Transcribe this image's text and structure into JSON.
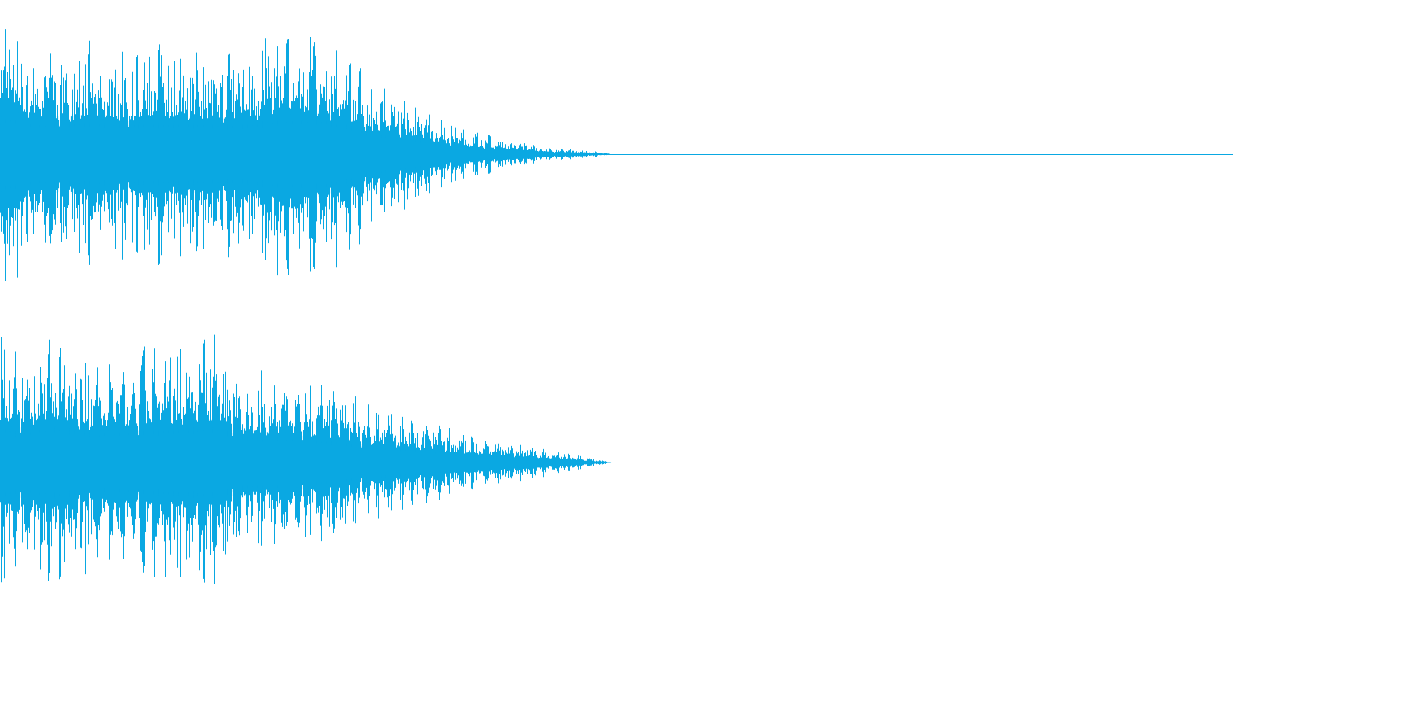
{
  "waveform": {
    "color": "#0aa8e2",
    "channels": [
      {
        "id": "channel-1",
        "envelope": [
          {
            "t": 0.0,
            "a": 1.0
          },
          {
            "t": 0.01,
            "a": 0.98
          },
          {
            "t": 0.03,
            "a": 0.82
          },
          {
            "t": 0.06,
            "a": 0.88
          },
          {
            "t": 0.1,
            "a": 0.84
          },
          {
            "t": 0.15,
            "a": 0.86
          },
          {
            "t": 0.19,
            "a": 0.8
          },
          {
            "t": 0.23,
            "a": 0.95
          },
          {
            "t": 0.262,
            "a": 0.95
          },
          {
            "t": 0.285,
            "a": 0.78
          },
          {
            "t": 0.3,
            "a": 0.56
          },
          {
            "t": 0.33,
            "a": 0.44
          },
          {
            "t": 0.36,
            "a": 0.25
          },
          {
            "t": 0.385,
            "a": 0.17
          },
          {
            "t": 0.41,
            "a": 0.12
          },
          {
            "t": 0.44,
            "a": 0.06
          },
          {
            "t": 0.47,
            "a": 0.035
          },
          {
            "t": 0.49,
            "a": 0.012
          },
          {
            "t": 0.495,
            "a": 0.0
          },
          {
            "t": 1.0,
            "a": 0.0
          }
        ]
      },
      {
        "id": "channel-2",
        "envelope": [
          {
            "t": 0.0,
            "a": 1.0
          },
          {
            "t": 0.015,
            "a": 0.82
          },
          {
            "t": 0.045,
            "a": 0.98
          },
          {
            "t": 0.08,
            "a": 0.8
          },
          {
            "t": 0.12,
            "a": 0.88
          },
          {
            "t": 0.15,
            "a": 0.95
          },
          {
            "t": 0.175,
            "a": 0.97
          },
          {
            "t": 0.2,
            "a": 0.72
          },
          {
            "t": 0.24,
            "a": 0.66
          },
          {
            "t": 0.27,
            "a": 0.58
          },
          {
            "t": 0.3,
            "a": 0.44
          },
          {
            "t": 0.34,
            "a": 0.34
          },
          {
            "t": 0.37,
            "a": 0.24
          },
          {
            "t": 0.4,
            "a": 0.18
          },
          {
            "t": 0.43,
            "a": 0.13
          },
          {
            "t": 0.46,
            "a": 0.07
          },
          {
            "t": 0.48,
            "a": 0.03
          },
          {
            "t": 0.492,
            "a": 0.01
          },
          {
            "t": 0.496,
            "a": 0.0
          },
          {
            "t": 1.0,
            "a": 0.0
          }
        ]
      }
    ]
  }
}
